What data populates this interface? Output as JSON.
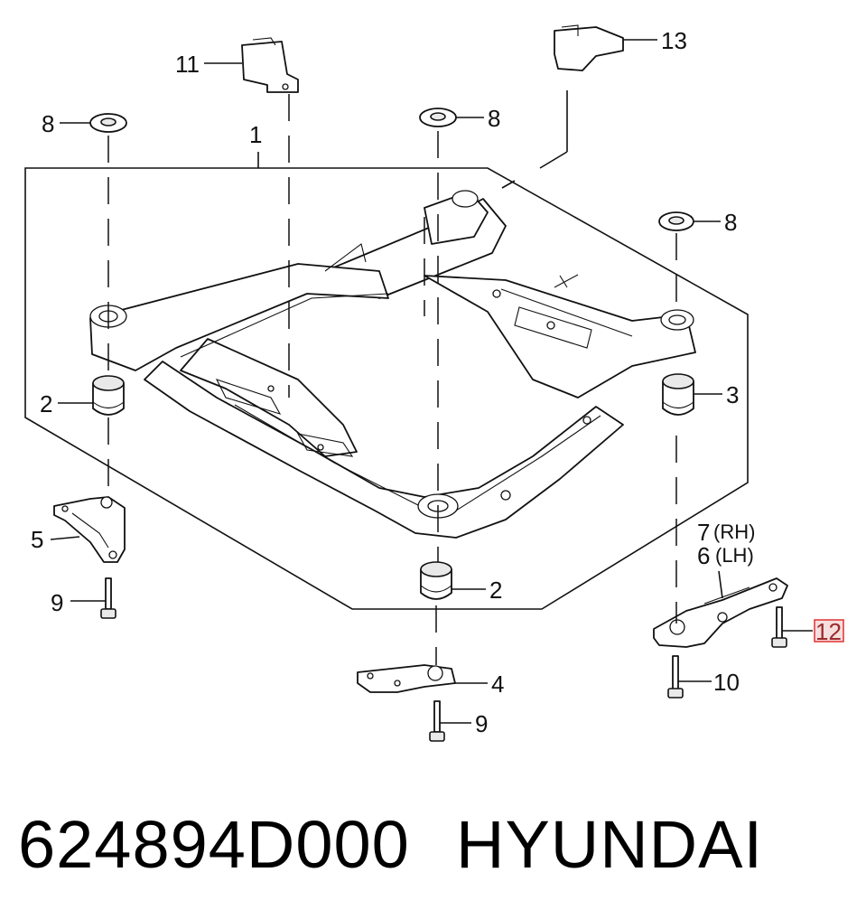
{
  "callouts": {
    "c1": "1",
    "c2a": "2",
    "c2b": "2",
    "c3": "3",
    "c4": "4",
    "c5": "5",
    "c6": "6",
    "c6_note": "(LH)",
    "c7": "7",
    "c7_note": "(RH)",
    "c8a": "8",
    "c8b": "8",
    "c8c": "8",
    "c9a": "9",
    "c9b": "9",
    "c10": "10",
    "c11": "11",
    "c12": "12",
    "c13": "13"
  },
  "highlight": {
    "callout": "12",
    "color": "#e03030",
    "fill": "#f6dede"
  },
  "footer": {
    "part_number": "624894D000",
    "brand": "HYUNDAI"
  }
}
